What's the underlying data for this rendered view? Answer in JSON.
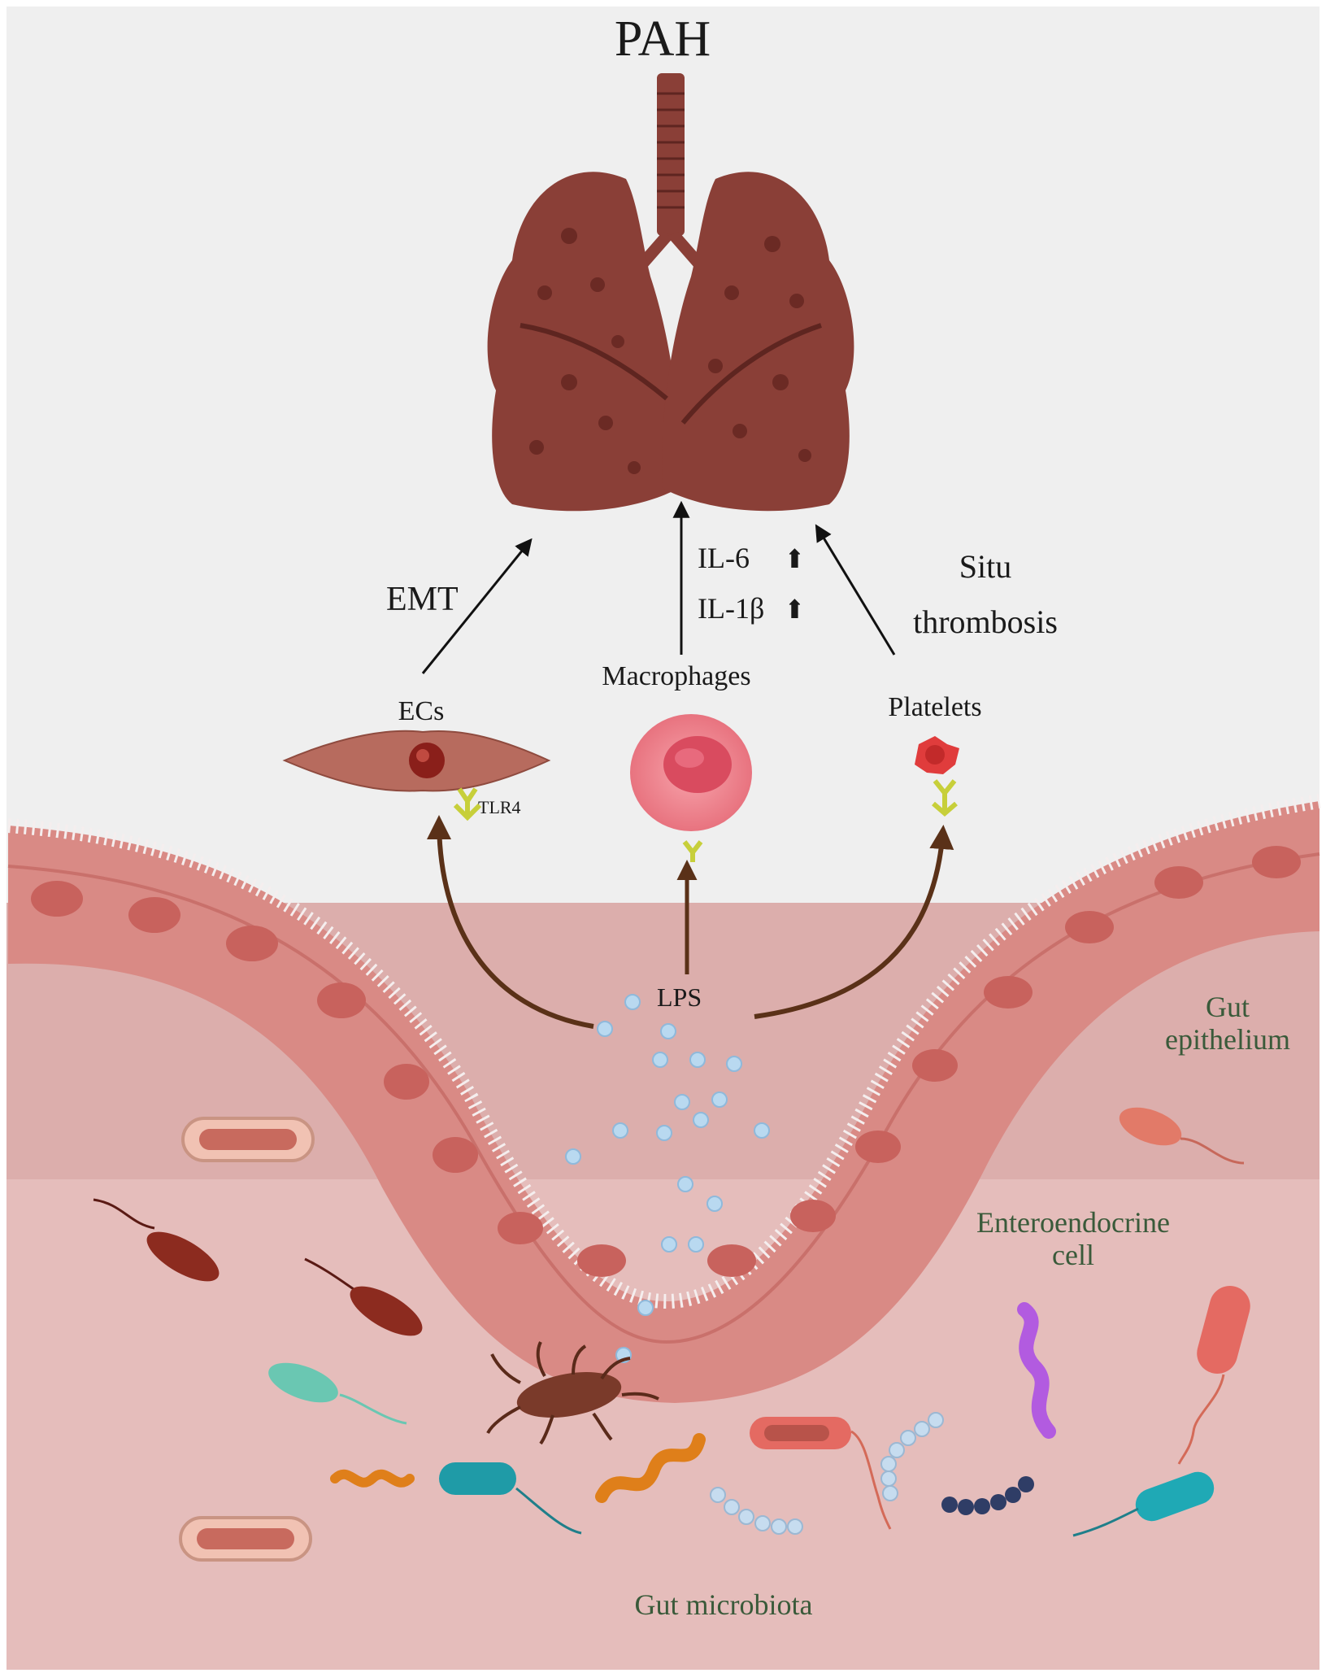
{
  "title": "PAH",
  "labels": {
    "emt": "EMT",
    "il6": "IL-6",
    "il1b": "IL-1β",
    "situ": "Situ",
    "thrombosis": "thrombosis",
    "ecs": "ECs",
    "macrophages": "Macrophages",
    "platelets": "Platelets",
    "tlr4": "TLR4",
    "lps": "LPS",
    "gut": "Gut",
    "epithelium": "epithelium",
    "entero1": "Enteroendocrine",
    "entero2": "cell",
    "microbiota": "Gut microbiota"
  },
  "colors": {
    "background": "#efefef",
    "lumen": "#e5bdbb",
    "epithelium_band": "#dcaeac",
    "tissue": "#dd8f89",
    "lung": "#8a3f37",
    "lps": "#b9d9f0",
    "brown_arrow": "#5a3118"
  },
  "icons": [
    "lung-icon",
    "endothelial-cell-icon",
    "macrophage-icon",
    "platelet-icon",
    "tlr4-receptor-icon",
    "lps-particle-icon",
    "bacterium-icon"
  ]
}
